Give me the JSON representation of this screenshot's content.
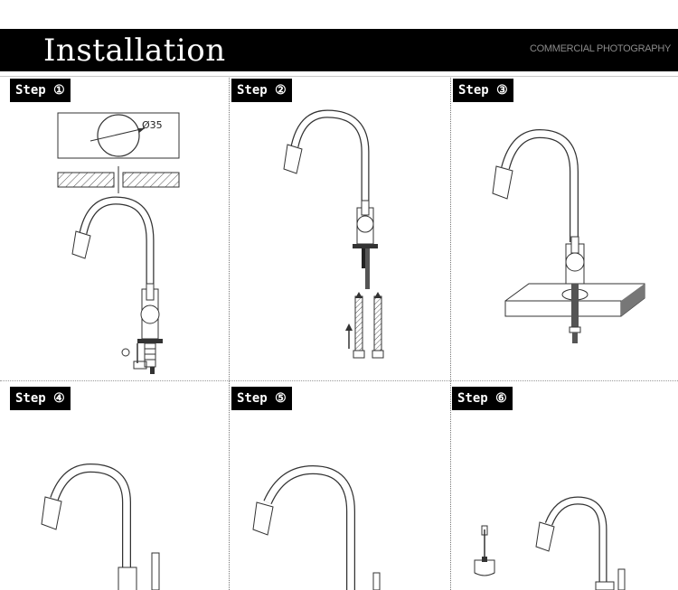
{
  "header": {
    "title": "Installation",
    "subtitle": "COMMERCIAL PHOTOGRAPHY"
  },
  "steps": [
    {
      "label": "Step ①"
    },
    {
      "label": "Step ②"
    },
    {
      "label": "Step ③"
    },
    {
      "label": "Step ④"
    },
    {
      "label": "Step ⑤"
    },
    {
      "label": "Step ⑥"
    }
  ],
  "step1": {
    "hole_dimension": "Ø35"
  },
  "colors": {
    "header_bg": "#000000",
    "line": "#333333",
    "accent_fill": "#888888"
  }
}
